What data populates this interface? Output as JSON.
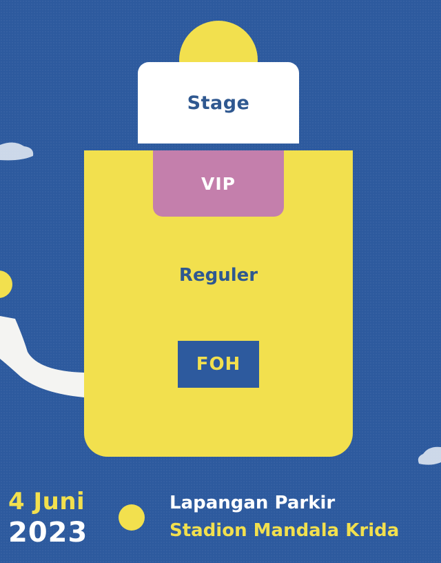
{
  "map": {
    "stage_label": "Stage",
    "vip_label": "VIP",
    "reguler_label": "Reguler",
    "foh_label": "FOH"
  },
  "event": {
    "date_line1": "4 Juni",
    "date_line2": "2023",
    "venue_line1": "Lapangan Parkir",
    "venue_line2": "Stadion Mandala Krida"
  },
  "colors": {
    "background": "#2d5a9e",
    "yellow": "#f2e04e",
    "vip_pink": "#c47fac",
    "stage_white": "#ffffff",
    "text_blue": "#2f5890"
  }
}
